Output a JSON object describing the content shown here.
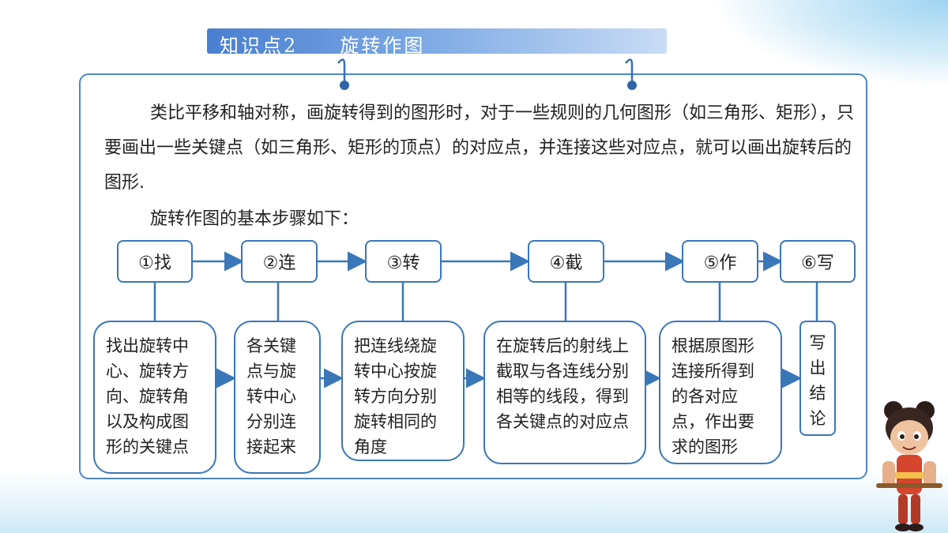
{
  "header": {
    "title": "知识点2     旋转作图"
  },
  "content": {
    "paragraph1": "类比平移和轴对称，画旋转得到的图形时，对于一些规则的几何图形（如三角形、矩形），只要画出一些关键点（如三角形、矩形的顶点）的对应点，并连接这些对应点，就可以画出旋转后的图形.",
    "paragraph2": "旋转作图的基本步骤如下："
  },
  "steps": [
    {
      "label": "①找",
      "desc": "找出旋转中心、旋转方向、旋转角以及构成图形的关键点"
    },
    {
      "label": "②连",
      "desc": "各关键点与旋转中心分别连接起来"
    },
    {
      "label": "③转",
      "desc": "把连线绕旋转中心按旋转方向分别旋转相同的角度"
    },
    {
      "label": "④截",
      "desc": "在旋转后的射线上截取与各连线分别相等的线段，得到各关键点的对应点"
    },
    {
      "label": "⑤作",
      "desc": "根据原图形连接所得到的各对应点，作出要求的图形"
    },
    {
      "label": "⑥写",
      "desc": "写出结论"
    }
  ],
  "colors": {
    "accent": "#3a77b8",
    "title_bar": "#4a7fd1"
  }
}
